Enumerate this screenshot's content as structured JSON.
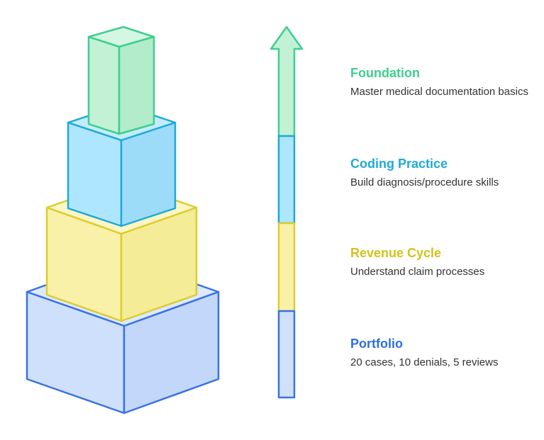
{
  "layers": [
    {
      "id": "foundation",
      "title": "Foundation",
      "description": "Master medical documentation basics",
      "title_color": "#3ecf8e",
      "stroke": "#3ecf8e",
      "fill_front": "#c2f1d6",
      "fill_side": "#b3eccb",
      "fill_top": "#d4f6e2",
      "icon": "green-cube"
    },
    {
      "id": "coding-practice",
      "title": "Coding Practice",
      "description": "Build diagnosis/procedure skills",
      "title_color": "#1fa9d6",
      "stroke": "#1fa9d6",
      "fill_front": "#aee6ff",
      "fill_side": "#9ddcf9",
      "fill_top": "#c3edff",
      "icon": "blue-cube"
    },
    {
      "id": "revenue-cycle",
      "title": "Revenue Cycle",
      "description": "Understand claim processes",
      "title_color": "#d4c21a",
      "stroke": "#dccd2e",
      "fill_front": "#f9f1a8",
      "fill_side": "#f5ec98",
      "fill_top": "#fcf6c4",
      "icon": "yellow-cube"
    },
    {
      "id": "portfolio",
      "title": "Portfolio",
      "description": "20 cases, 10 denials, 5 reviews",
      "title_color": "#2f6fe0",
      "stroke": "#3a73e0",
      "fill_front": "#cfe0fd",
      "fill_side": "#c3d7fb",
      "fill_top": "#dde9fe",
      "icon": "blue-base-cube"
    }
  ],
  "arrow": {
    "direction": "up",
    "icon": "up-arrow-icon"
  }
}
